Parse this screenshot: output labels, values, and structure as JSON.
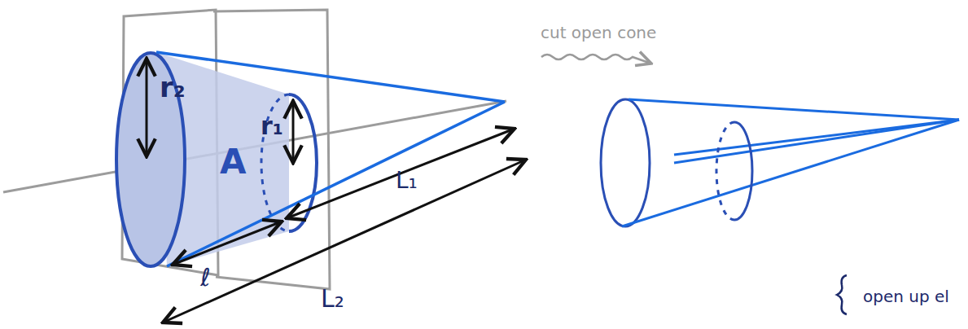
{
  "diagram": {
    "labels": [
      "r₂",
      "r₁",
      "A",
      "ℓ",
      "L₁",
      "L₂",
      "cut open cone",
      "open up el"
    ]
  }
}
